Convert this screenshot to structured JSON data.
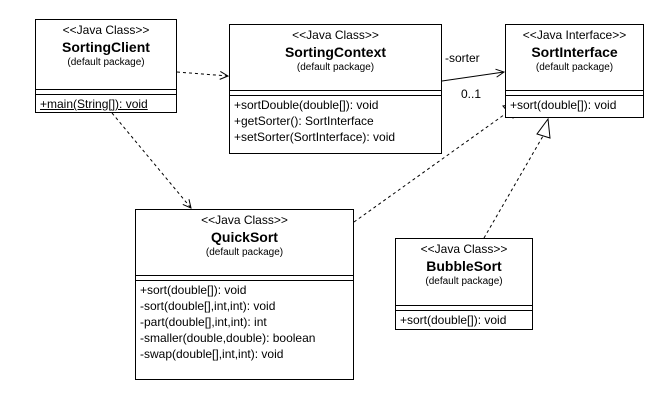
{
  "classes": {
    "client": {
      "stereotype": "<<Java Class>>",
      "name": "SortingClient",
      "package": "(default package)",
      "operations": [
        "+main(String[]): void"
      ]
    },
    "context": {
      "stereotype": "<<Java Class>>",
      "name": "SortingContext",
      "package": "(default package)",
      "operations": [
        "+sortDouble(double[]): void",
        "+getSorter(): SortInterface",
        "+setSorter(SortInterface): void"
      ]
    },
    "iface": {
      "stereotype": "<<Java Interface>>",
      "name": "SortInterface",
      "package": "(default package)",
      "operations": [
        "+sort(double[]): void"
      ]
    },
    "quick": {
      "stereotype": "<<Java Class>>",
      "name": "QuickSort",
      "package": "(default package)",
      "operations": [
        "+sort(double[]): void",
        "-sort(double[],int,int): void",
        "-part(double[],int,int): int",
        "-smaller(double,double): boolean",
        "-swap(double[],int,int): void"
      ]
    },
    "bubble": {
      "stereotype": "<<Java Class>>",
      "name": "BubbleSort",
      "package": "(default package)",
      "operations": [
        "+sort(double[]): void"
      ]
    }
  },
  "association": {
    "role": "-sorter",
    "multiplicity": "0..1"
  }
}
